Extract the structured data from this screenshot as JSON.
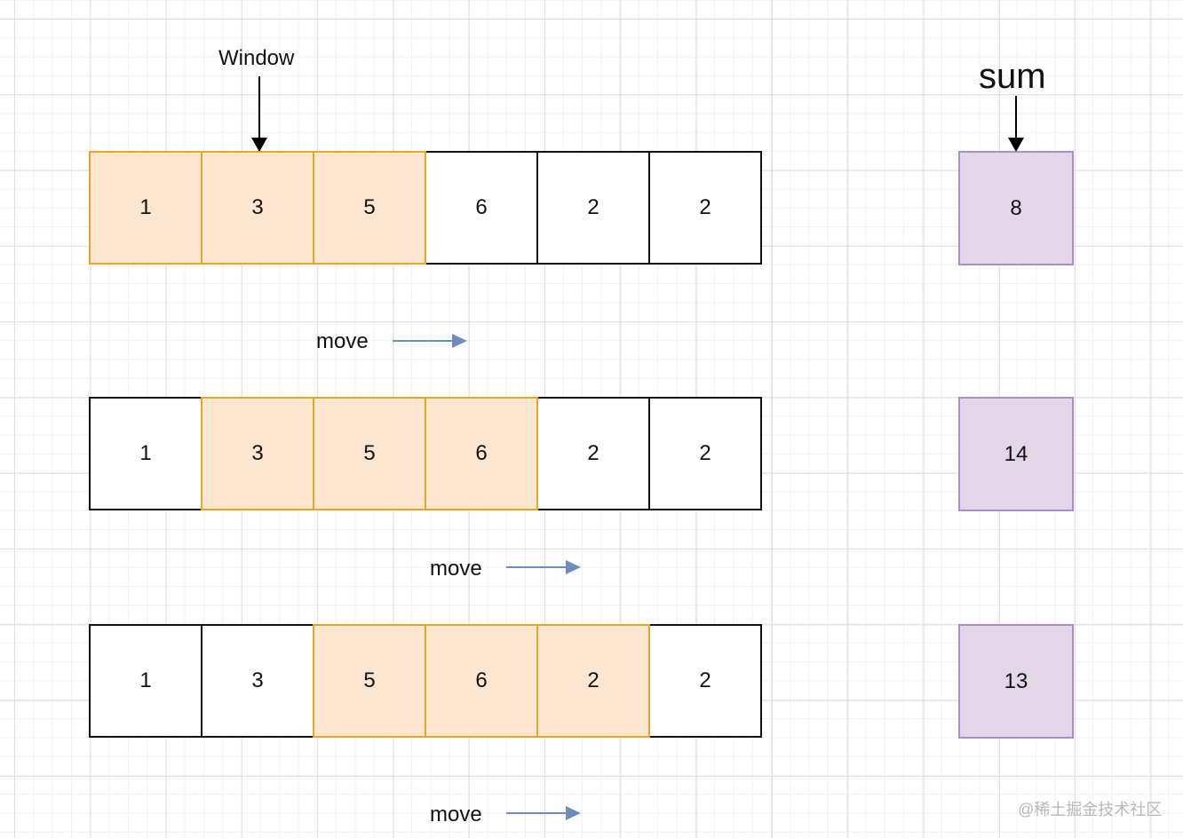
{
  "labels": {
    "window": "Window",
    "sum": "sum"
  },
  "rows": [
    {
      "cells": [
        "1",
        "3",
        "5",
        "6",
        "2",
        "2"
      ],
      "window_start": 0,
      "window_size": 3,
      "sum": "8"
    },
    {
      "cells": [
        "1",
        "3",
        "5",
        "6",
        "2",
        "2"
      ],
      "window_start": 1,
      "window_size": 3,
      "sum": "14"
    },
    {
      "cells": [
        "1",
        "3",
        "5",
        "6",
        "2",
        "2"
      ],
      "window_start": 2,
      "window_size": 3,
      "sum": "13"
    }
  ],
  "moves": [
    "move",
    "move",
    "move"
  ],
  "watermark": "@稀土掘金技术社区",
  "colors": {
    "window_fill": "#fde6cf",
    "window_border": "#e3a72a",
    "sum_fill": "#e2d6e8",
    "sum_border": "#a98fc8",
    "move_arrow": "#6c8ebf"
  }
}
